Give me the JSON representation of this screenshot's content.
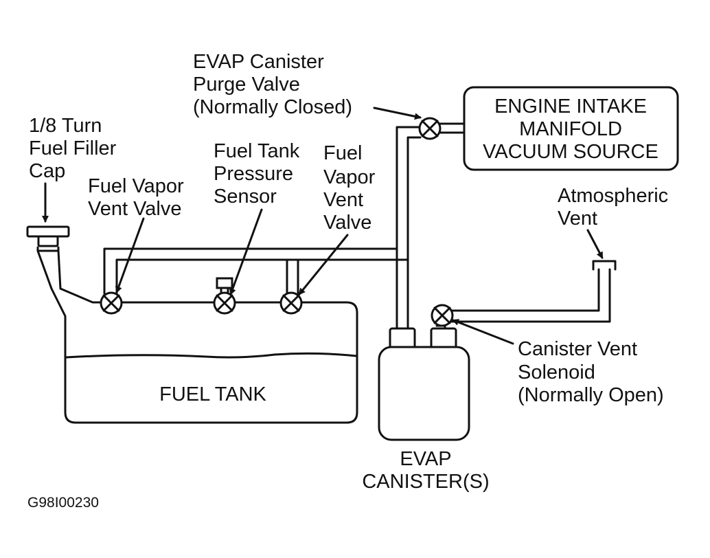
{
  "labels": {
    "filler_cap": [
      "1/8 Turn",
      "Fuel Filler",
      "Cap"
    ],
    "vapor_vent_left": [
      "Fuel Vapor",
      "Vent Valve"
    ],
    "pressure_sensor": [
      "Fuel Tank",
      "Pressure",
      "Sensor"
    ],
    "vapor_vent_right": [
      "Fuel",
      "Vapor",
      "Vent",
      "Valve"
    ],
    "purge_valve": [
      "EVAP Canister",
      "Purge Valve",
      "(Normally Closed)"
    ],
    "engine_box": [
      "ENGINE INTAKE",
      "MANIFOLD",
      "VACUUM SOURCE"
    ],
    "atmospheric_vent": [
      "Atmospheric",
      "Vent"
    ],
    "vent_solenoid": [
      "Canister Vent",
      "Solenoid",
      "(Normally Open)"
    ],
    "fuel_tank": "FUEL TANK",
    "canister": [
      "EVAP",
      "CANISTER(S)"
    ],
    "figure_code": "G98I00230"
  },
  "colors": {
    "ink": "#111111",
    "paper": "#ffffff"
  }
}
